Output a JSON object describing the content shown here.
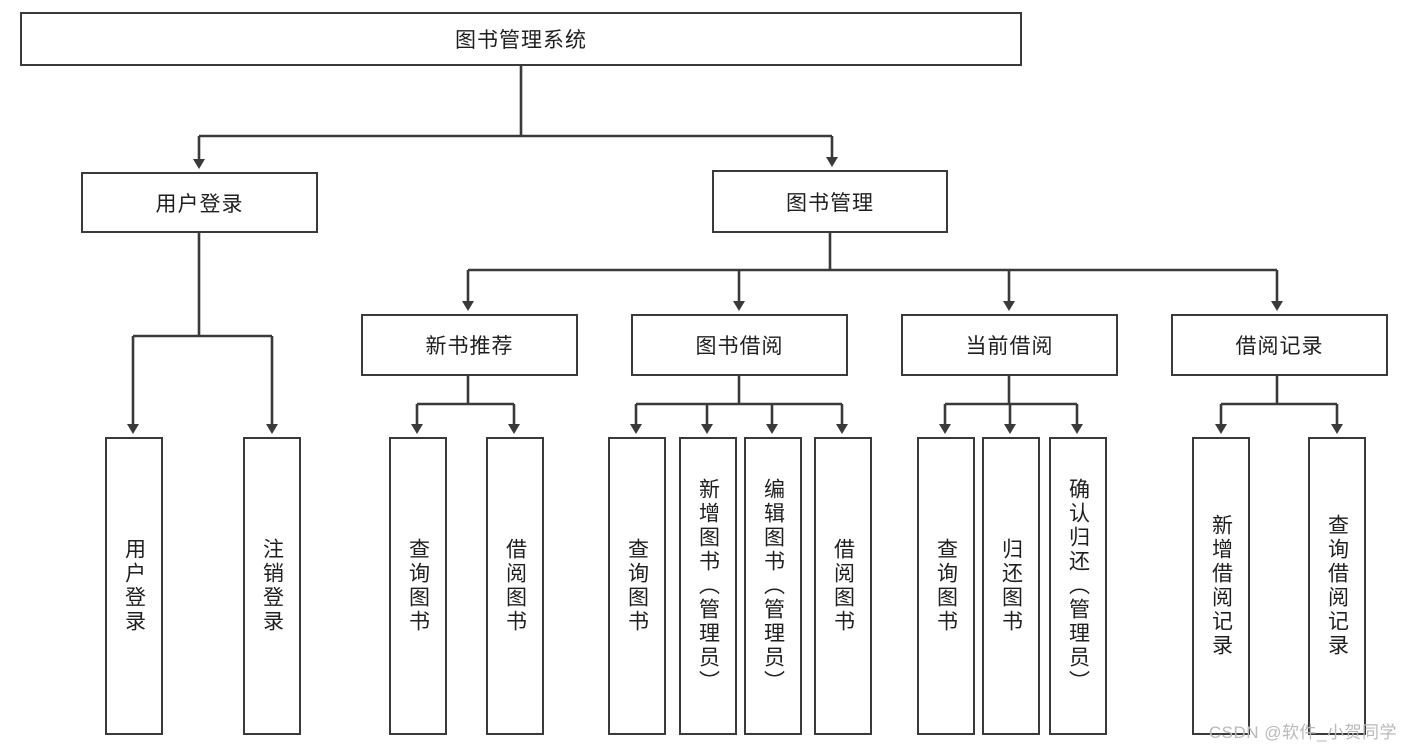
{
  "diagram": {
    "title_node": {
      "label": "图书管理系统"
    },
    "level2": [
      {
        "id": "user-login",
        "label": "用户登录"
      },
      {
        "id": "book-management",
        "label": "图书管理"
      }
    ],
    "level3": [
      {
        "id": "new-book-recommend",
        "label": "新书推荐"
      },
      {
        "id": "book-borrow",
        "label": "图书借阅"
      },
      {
        "id": "current-borrow",
        "label": "当前借阅"
      },
      {
        "id": "borrow-record",
        "label": "借阅记录"
      }
    ],
    "leaves": {
      "user_login": [
        {
          "id": "leaf-user-login",
          "label": "用户登录"
        },
        {
          "id": "leaf-logout-login",
          "label": "注销登录"
        }
      ],
      "new_book_recommend": [
        {
          "id": "leaf-query-book-1",
          "label": "查询图书"
        },
        {
          "id": "leaf-borrow-book-1",
          "label": "借阅图书"
        }
      ],
      "book_borrow": [
        {
          "id": "leaf-query-book-2",
          "label": "查询图书"
        },
        {
          "id": "leaf-add-book",
          "label": "新增图书（管理员）"
        },
        {
          "id": "leaf-edit-book",
          "label": "编辑图书（管理员）"
        },
        {
          "id": "leaf-borrow-book-2",
          "label": "借阅图书"
        }
      ],
      "current_borrow": [
        {
          "id": "leaf-query-book-3",
          "label": "查询图书"
        },
        {
          "id": "leaf-return-book",
          "label": "归还图书"
        },
        {
          "id": "leaf-confirm-return",
          "label": "确认归还（管理员）"
        }
      ],
      "borrow_record": [
        {
          "id": "leaf-add-record",
          "label": "新增借阅记录"
        },
        {
          "id": "leaf-query-record",
          "label": "查询借阅记录"
        }
      ]
    }
  },
  "watermark": {
    "text": "CSDN @软件_小贺同学"
  },
  "colors": {
    "stroke": "#3a3a3a",
    "background": "#ffffff",
    "text": "#1f1f1f",
    "watermark": "#b9b9b9"
  }
}
